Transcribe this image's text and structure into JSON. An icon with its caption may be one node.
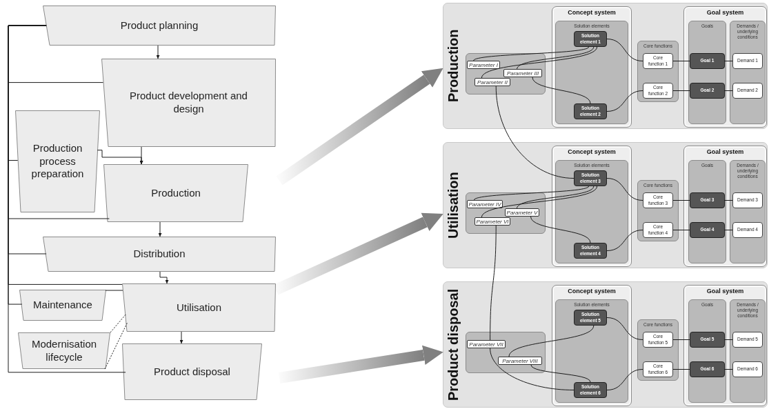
{
  "diagram": {
    "nodes": [
      {
        "text": [
          "Product planning"
        ]
      },
      {
        "text": [
          "Product development and design"
        ]
      },
      {
        "text": [
          "Production process preparation"
        ]
      },
      {
        "text": [
          "Production"
        ]
      },
      {
        "text": [
          "Distribution"
        ]
      },
      {
        "text": [
          "Maintenance"
        ]
      },
      {
        "text": [
          "Utilisation"
        ]
      },
      {
        "text": [
          "Modernisation lifecycle"
        ]
      },
      {
        "text": [
          "Product disposal"
        ]
      },
      {
        "text": [
          "Production"
        ]
      },
      {
        "text": [],
        "shape": "box",
        "in": 9
      },
      {
        "text": [
          "Parameter I"
        ],
        "in": 10
      },
      {
        "text": [
          "Parameter III"
        ],
        "in": 10
      },
      {
        "text": [
          "Parameter II"
        ],
        "in": 10
      },
      {
        "text": [
          "Concept system"
        ],
        "in": 9
      },
      {
        "text": [
          "Solution elements"
        ],
        "in": 14
      },
      {
        "text": [
          "Solution element 1"
        ],
        "in": 15
      },
      {
        "text": [
          "Solution element 2"
        ],
        "in": 15
      },
      {
        "text": [
          "Core functions"
        ],
        "in": 9
      },
      {
        "text": [
          "Core function 1"
        ],
        "in": 18
      },
      {
        "text": [
          "Core function 2"
        ],
        "in": 18
      },
      {
        "text": [
          "Goal system"
        ],
        "in": 9
      },
      {
        "text": [
          "Goals"
        ],
        "in": 21
      },
      {
        "text": [
          "Goal 1"
        ],
        "in": 22
      },
      {
        "text": [
          "Goal 2"
        ],
        "in": 22
      },
      {
        "text": [
          "Demands / underlying conditions"
        ],
        "in": 21
      },
      {
        "text": [
          "Demand 1"
        ],
        "in": 25
      },
      {
        "text": [
          "Demand 2"
        ],
        "in": 25
      },
      {
        "text": [
          "Utilisation"
        ]
      },
      {
        "text": [],
        "shape": "box",
        "in": 28
      },
      {
        "text": [
          "Parameter IV"
        ],
        "in": 29
      },
      {
        "text": [
          "Parameter V"
        ],
        "in": 29
      },
      {
        "text": [
          "Parameter VI"
        ],
        "in": 29
      },
      {
        "text": [
          "Concept system"
        ],
        "in": 28
      },
      {
        "text": [
          "Solution elements"
        ],
        "in": 33
      },
      {
        "text": [
          "Solution element 3"
        ],
        "in": 34
      },
      {
        "text": [
          "Solution element 4"
        ],
        "in": 34
      },
      {
        "text": [
          "Core functions"
        ],
        "in": 28
      },
      {
        "text": [
          "Core function 3"
        ],
        "in": 37
      },
      {
        "text": [
          "Core function 4"
        ],
        "in": 37
      },
      {
        "text": [
          "Goal system"
        ],
        "in": 28
      },
      {
        "text": [
          "Goals"
        ],
        "in": 40
      },
      {
        "text": [
          "Goal 3"
        ],
        "in": 41
      },
      {
        "text": [
          "Goal 4"
        ],
        "in": 41
      },
      {
        "text": [
          "Demands / underlying conditions"
        ],
        "in": 40
      },
      {
        "text": [
          "Demand 3"
        ],
        "in": 44
      },
      {
        "text": [
          "Demand 4"
        ],
        "in": 44
      },
      {
        "text": [
          "Product disposal"
        ]
      },
      {
        "text": [],
        "shape": "box",
        "in": 47
      },
      {
        "text": [
          "Parameter VII"
        ],
        "in": 48
      },
      {
        "text": [
          "Parameter VIII"
        ],
        "in": 48
      },
      {
        "text": [
          "Concept system"
        ],
        "in": 47
      },
      {
        "text": [
          "Solution elements"
        ],
        "in": 51
      },
      {
        "text": [
          "Solution element 5"
        ],
        "in": 52
      },
      {
        "text": [
          "Solution element 6"
        ],
        "in": 52
      },
      {
        "text": [
          "Core functions"
        ],
        "in": 47
      },
      {
        "text": [
          "Core function 5"
        ],
        "in": 55
      },
      {
        "text": [
          "Core function 6"
        ],
        "in": 55
      },
      {
        "text": [
          "Goal system"
        ],
        "in": 47
      },
      {
        "text": [
          "Goals"
        ],
        "in": 58
      },
      {
        "text": [
          "Goal 5"
        ],
        "in": 59
      },
      {
        "text": [
          "Goal 6"
        ],
        "in": 59
      },
      {
        "text": [
          "Demands / underlying conditions"
        ],
        "in": 58
      },
      {
        "text": [
          "Demand 5"
        ],
        "in": 62
      },
      {
        "text": [
          "Demand 6"
        ],
        "in": 62
      }
    ],
    "edges": [
      {
        "from": 0,
        "to": 1,
        "arrow": "to"
      },
      {
        "from": 1,
        "to": 3,
        "arrow": "to"
      },
      {
        "from": 2,
        "to": 3,
        "arrow": "to"
      },
      {
        "from": 3,
        "to": 4,
        "arrow": "to"
      },
      {
        "from": 4,
        "to": 6,
        "arrow": "to"
      },
      {
        "from": 6,
        "to": 8,
        "arrow": "to"
      },
      {
        "from": 5,
        "to": 6,
        "arrow": "none"
      },
      {
        "from": 7,
        "to": 6,
        "arrow": "none",
        "style": "dashed"
      },
      {
        "from": 7,
        "to": 6,
        "arrow": "none",
        "style": "dashed"
      },
      {
        "from": 0,
        "to": 1,
        "arrow": "none"
      },
      {
        "from": 0,
        "to": 2,
        "arrow": "none"
      },
      {
        "from": 0,
        "to": 3,
        "arrow": "none"
      },
      {
        "from": 0,
        "to": 4,
        "arrow": "none"
      },
      {
        "from": 0,
        "to": 6,
        "arrow": "none"
      },
      {
        "from": 0,
        "to": 5,
        "arrow": "none"
      },
      {
        "from": 0,
        "to": 8,
        "arrow": "none"
      },
      {
        "from": null,
        "to": 9,
        "arrow": "to",
        "style": "thick",
        "color": "#808080"
      },
      {
        "from": 6,
        "to": 28,
        "arrow": "to",
        "style": "thick",
        "color": "#808080"
      },
      {
        "from": null,
        "to": 47,
        "arrow": "to",
        "style": "thick",
        "color": "#808080"
      },
      {
        "from": 16,
        "to": 11,
        "arrow": "none"
      },
      {
        "from": 16,
        "to": 12,
        "arrow": "none"
      },
      {
        "from": 16,
        "to": 13,
        "arrow": "none"
      },
      {
        "from": 12,
        "to": 17,
        "arrow": "none"
      },
      {
        "from": 16,
        "to": 19,
        "arrow": "none"
      },
      {
        "from": 17,
        "to": 20,
        "arrow": "none"
      },
      {
        "from": 19,
        "to": 23,
        "arrow": "none"
      },
      {
        "from": 23,
        "to": 26,
        "arrow": "none"
      },
      {
        "from": 20,
        "to": 24,
        "arrow": "none"
      },
      {
        "from": 24,
        "to": 27,
        "arrow": "none"
      },
      {
        "from": 13,
        "to": 35,
        "arrow": "none"
      },
      {
        "from": 35,
        "to": 30,
        "arrow": "none"
      },
      {
        "from": 35,
        "to": 31,
        "arrow": "none"
      },
      {
        "from": 35,
        "to": 32,
        "arrow": "none"
      },
      {
        "from": 31,
        "to": 36,
        "arrow": "none"
      },
      {
        "from": 35,
        "to": 38,
        "arrow": "none"
      },
      {
        "from": 36,
        "to": 39,
        "arrow": "none"
      },
      {
        "from": 38,
        "to": 42,
        "arrow": "none"
      },
      {
        "from": 42,
        "to": 45,
        "arrow": "none"
      },
      {
        "from": 39,
        "to": 43,
        "arrow": "none"
      },
      {
        "from": 43,
        "to": 46,
        "arrow": "none"
      },
      {
        "from": 32,
        "to": 49,
        "arrow": "none"
      },
      {
        "from": 53,
        "to": 50,
        "arrow": "none"
      },
      {
        "from": 50,
        "to": 54,
        "arrow": "none"
      },
      {
        "from": 49,
        "to": 54,
        "arrow": "none"
      },
      {
        "from": 53,
        "to": 56,
        "arrow": "none"
      },
      {
        "from": 54,
        "to": 57,
        "arrow": "none"
      },
      {
        "from": 56,
        "to": 60,
        "arrow": "none"
      },
      {
        "from": 60,
        "to": 63,
        "arrow": "none"
      },
      {
        "from": 57,
        "to": 61,
        "arrow": "none"
      },
      {
        "from": 61,
        "to": 64,
        "arrow": "none"
      }
    ]
  }
}
